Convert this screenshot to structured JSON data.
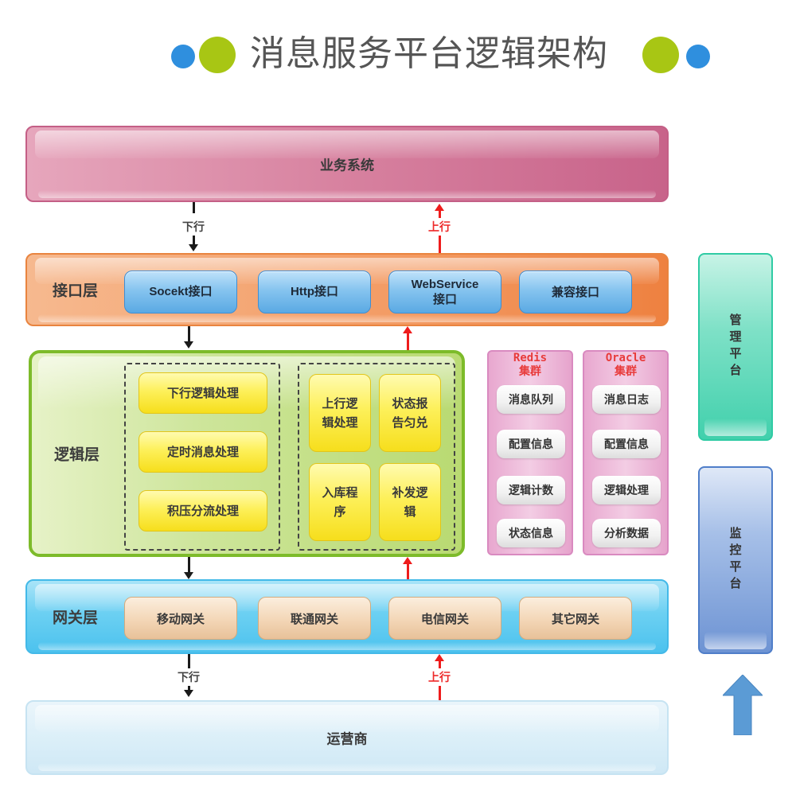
{
  "title": {
    "text": "消息服务平台逻辑架构",
    "dot_colors": {
      "blue": "#2f8fde",
      "green": "#a8c614"
    }
  },
  "layers": {
    "business": {
      "label": "业务系统",
      "color": "#d7819f"
    },
    "interface": {
      "name": "接口层",
      "color": "#f39a62",
      "items": [
        "Socekt接口",
        "Http接口",
        "WebService\n接口",
        "兼容接口"
      ],
      "items_lines": [
        [
          "Socekt接口"
        ],
        [
          "Http接口"
        ],
        [
          "WebService",
          "接口"
        ],
        [
          "兼容接口"
        ]
      ]
    },
    "logic": {
      "name": "逻辑层",
      "color": "#7dbb2a",
      "downstream_group": [
        "下行逻辑处理",
        "定时消息处理",
        "积压分流处理"
      ],
      "upstream_group": [
        {
          "lines": [
            "上行逻",
            "辑处理"
          ]
        },
        {
          "lines": [
            "状态报",
            "告匀兑"
          ]
        },
        {
          "lines": [
            "入库程",
            "序"
          ]
        },
        {
          "lines": [
            "补发逻",
            "辑"
          ]
        }
      ]
    },
    "gateway": {
      "name": "网关层",
      "color": "#4cc2ee",
      "items": [
        "移动网关",
        "联通网关",
        "电信网关",
        "其它网关"
      ]
    },
    "operator": {
      "label": "运营商",
      "color": "#d9eef8"
    }
  },
  "clusters": {
    "redis": {
      "title_lines": [
        "Redis",
        "集群"
      ],
      "items": [
        "消息队列",
        "配置信息",
        "逻辑计数",
        "状态信息"
      ]
    },
    "oracle": {
      "title_lines": [
        "Oracle",
        "集群"
      ],
      "items": [
        "消息日志",
        "配置信息",
        "逻辑处理",
        "分析数据"
      ]
    }
  },
  "side_platforms": {
    "management": {
      "label": "管理平台",
      "color": "#41d0ac"
    },
    "monitoring": {
      "label": "监控平台",
      "color": "#6d93d3"
    }
  },
  "flows": {
    "down_label": "下行",
    "up_label": "上行",
    "down_color": "#1a1a1a",
    "up_color": "#ee1c1c"
  },
  "icons": {
    "big_arrow": "arrow-up-icon",
    "big_arrow_color": "#5b9bd5"
  }
}
